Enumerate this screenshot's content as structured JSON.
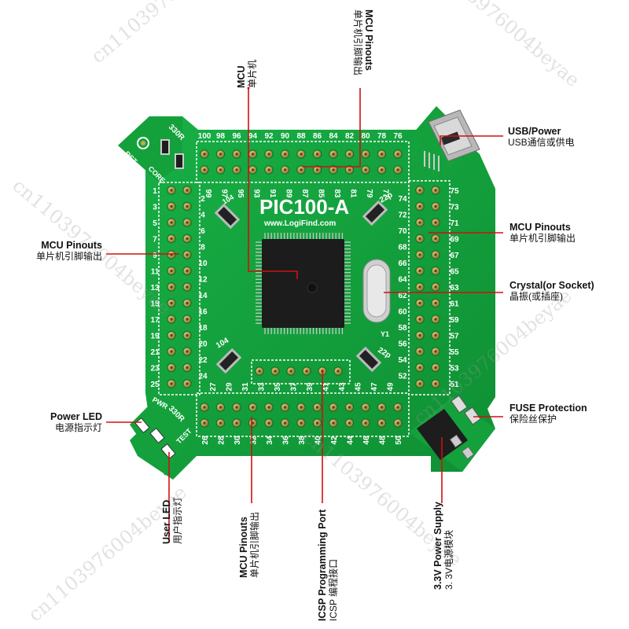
{
  "board": {
    "title": "PIC100-A",
    "url": "www.LogiFind.com",
    "chip_label": "Y1",
    "silk": {
      "r330_top": "330R",
      "r330_bot": "330R",
      "core": "CORE",
      "rst": "RST",
      "pwr": "PWR",
      "test": "TEST",
      "c22_a": "22p",
      "c22_b": "22p",
      "c104_a": "104",
      "c104_b": "104"
    },
    "pins_top": [
      "100",
      "98",
      "96",
      "94",
      "92",
      "90",
      "88",
      "86",
      "84",
      "82",
      "80",
      "78",
      "76"
    ],
    "pins_top_inner": [
      "99",
      "97",
      "95",
      "93",
      "91",
      "89",
      "87",
      "85",
      "83",
      "81",
      "79",
      "77"
    ],
    "pins_left": [
      "1",
      "3",
      "5",
      "7",
      "9",
      "11",
      "13",
      "15",
      "17",
      "19",
      "21",
      "23",
      "25"
    ],
    "pins_left_inner": [
      "2",
      "4",
      "6",
      "8",
      "10",
      "12",
      "14",
      "16",
      "18",
      "20",
      "22",
      "24"
    ],
    "pins_right": [
      "75",
      "73",
      "71",
      "69",
      "67",
      "65",
      "63",
      "61",
      "59",
      "57",
      "55",
      "53",
      "51"
    ],
    "pins_right_inner": [
      "74",
      "72",
      "70",
      "68",
      "66",
      "64",
      "62",
      "60",
      "58",
      "56",
      "54",
      "52"
    ],
    "pins_bottom": [
      "26",
      "28",
      "30",
      "32",
      "34",
      "36",
      "38",
      "40",
      "42",
      "44",
      "46",
      "48",
      "50"
    ],
    "pins_bottom_inner": [
      "27",
      "29",
      "31",
      "33",
      "35",
      "37",
      "39",
      "41",
      "43",
      "45",
      "47",
      "49"
    ]
  },
  "labels": {
    "mcu_top": {
      "en": "MCU",
      "zh": "单片机"
    },
    "pinouts_top": {
      "en": "MCU Pinouts",
      "zh": "单片机引脚输出"
    },
    "usb": {
      "en": "USB/Power",
      "zh": "USB通信或供电"
    },
    "pinouts_right": {
      "en": "MCU Pinouts",
      "zh": "单片机引脚输出"
    },
    "crystal": {
      "en": "Crystal(or Socket)",
      "zh": "晶振(或插座)"
    },
    "fuse": {
      "en": "FUSE Protection",
      "zh": "保险丝保护"
    },
    "pinouts_left": {
      "en": "MCU Pinouts",
      "zh": "单片机引脚输出"
    },
    "power_led": {
      "en": "Power LED",
      "zh": "电源指示灯"
    },
    "user_led": {
      "en": "User LED",
      "zh": "用户指示灯"
    },
    "pinouts_bottom": {
      "en": "MCU Pinouts",
      "zh": "单片机引脚输出"
    },
    "icsp": {
      "en": "ICSP Programming Port",
      "zh": "ICSP 编程接口"
    },
    "supply": {
      "en": "3.3V Power Supply",
      "zh": "3. 3V电源模块"
    }
  },
  "watermark": "cn1103976004beyae",
  "colors": {
    "pcb": "#13a13c",
    "pcb_dark": "#0e7f2e",
    "silk": "#ffffff",
    "pin_gold": "#c9a94a",
    "chip": "#1d1d1d",
    "line": "#d01010"
  }
}
